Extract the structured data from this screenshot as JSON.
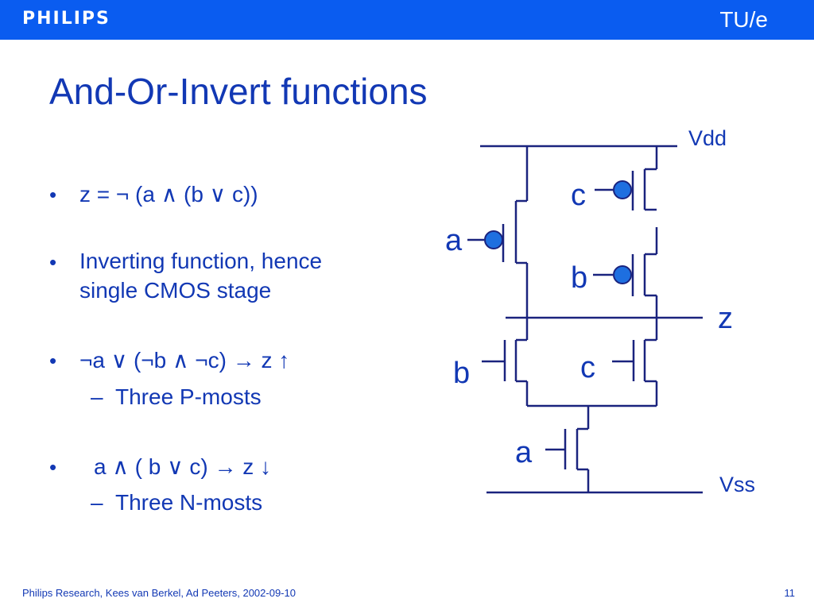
{
  "header": {
    "brand": "PHILIPS",
    "university": "TU/e"
  },
  "slide": {
    "title": "And-Or-Invert functions",
    "bullets": {
      "b1": "z = ¬ (a ∧ (b ∨ c))",
      "b2_line1": "Inverting function, hence",
      "b2_line2": "single CMOS stage",
      "b3": "¬a ∨ (¬b ∧ ¬c) → z ↑",
      "b3_sub": "Three P-mosts",
      "b4": "a ∧ (  b ∨   c) → z ↓",
      "b4_sub": "Three N-mosts"
    },
    "bullet_glyph": "•",
    "dash_glyph": "–"
  },
  "circuit": {
    "vdd": "Vdd",
    "vss": "Vss",
    "output": "z",
    "pmos_c": "c",
    "pmos_a": "a",
    "pmos_b": "b",
    "nmos_b": "b",
    "nmos_c": "c",
    "nmos_a": "a",
    "line_color": "#1a237e",
    "bubble_color": "#1e6fe0"
  },
  "footer": {
    "text": "Philips Research, Kees van Berkel, Ad Peeters, 2002-09-10",
    "page": "11"
  }
}
